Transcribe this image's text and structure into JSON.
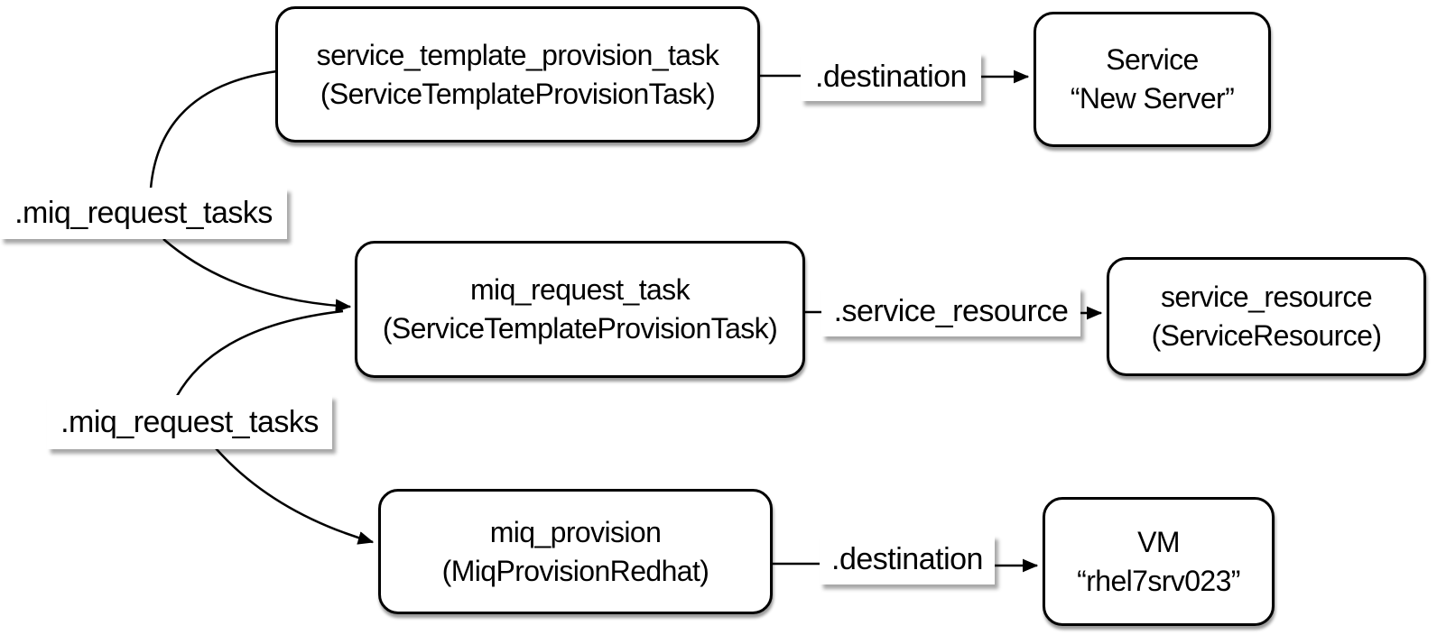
{
  "colors": {
    "background": "#ffffff",
    "node_fill": "#ffffff",
    "line_stroke": "#000000",
    "text": "#000000",
    "shadow": "rgba(0,0,0,0.4)"
  },
  "nodes": [
    {
      "id": "service_template_provision_task",
      "line1": "service_template_provision_task",
      "line2": "(ServiceTemplateProvisionTask)"
    },
    {
      "id": "service_new_server",
      "line1": "Service",
      "line2": "“New Server”"
    },
    {
      "id": "miq_request_task",
      "line1": "miq_request_task",
      "line2": "(ServiceTemplateProvisionTask)"
    },
    {
      "id": "service_resource",
      "line1": "service_resource",
      "line2": "(ServiceResource)"
    },
    {
      "id": "miq_provision",
      "line1": "miq_provision",
      "line2": "(MiqProvisionRedhat)"
    },
    {
      "id": "vm_rhel7srv023",
      "line1": "VM",
      "line2": "“rhel7srv023”"
    }
  ],
  "edges": [
    {
      "from": "service_template_provision_task",
      "label": ".miq_request_tasks",
      "to": "miq_request_task"
    },
    {
      "from": "service_template_provision_task",
      "label": ".destination",
      "to": "service_new_server"
    },
    {
      "from": "miq_request_task",
      "label": ".service_resource",
      "to": "service_resource"
    },
    {
      "from": "miq_request_task",
      "label": ".miq_request_tasks",
      "to": "miq_provision"
    },
    {
      "from": "miq_provision",
      "label": ".destination",
      "to": "vm_rhel7srv023"
    }
  ]
}
